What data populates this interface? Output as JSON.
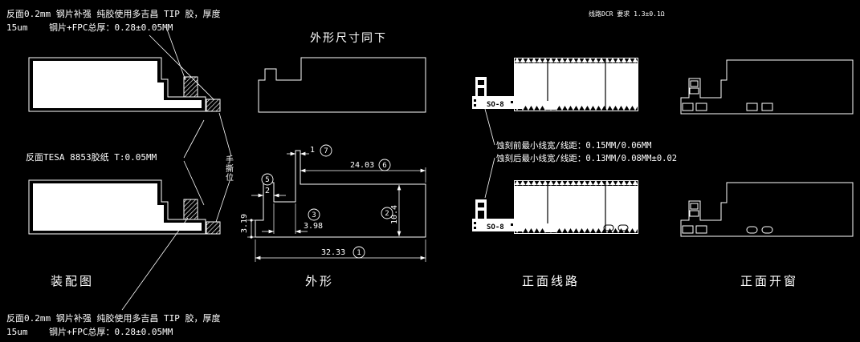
{
  "colors": {
    "background": "#000000",
    "line": "#ffffff"
  },
  "notes": {
    "stiffener_top_1": "反面0.2mm 钢片补强 纯胶使用多吉昌 TIP 胶，厚度",
    "stiffener_top_2": "15um    钢片+FPC总厚：0.28±0.05MM",
    "dcr": "线路DCR 要求 1.3±0.1Ω",
    "outline_same": "外形尺寸同下",
    "tesa": "反面TESA 8853胶纸 T:0.05MM",
    "tear": "手撕位",
    "etch_before": "蚀刻前最小线宽/线距：0.15MM/0.06MM",
    "etch_after": "蚀刻后最小线宽/线距：0.13MM/0.08MM±0.02",
    "stiffener_bottom_1": "反面0.2mm 钢片补强 纯胶使用多吉昌 TIP 胶，厚度",
    "stiffener_bottom_2": "15um    钢片+FPC总厚：0.28±0.05MM"
  },
  "view_labels": {
    "assembly": "装配图",
    "outline": "外形",
    "circuit": "正面线路",
    "window": "正面开窗"
  },
  "circuit": {
    "component_label": "SO-8"
  },
  "outline_view": {
    "dims": {
      "d1": {
        "num": "1",
        "value": "32.33"
      },
      "d2": {
        "num": "2",
        "value": "10.4"
      },
      "d3": {
        "num": "3",
        "value": "3.98"
      },
      "d5": {
        "num": "5",
        "value": "2"
      },
      "d6": {
        "num": "6",
        "value": "24.03"
      },
      "d7": {
        "num": "7",
        "value": "1"
      },
      "left_height": "3.19"
    }
  }
}
